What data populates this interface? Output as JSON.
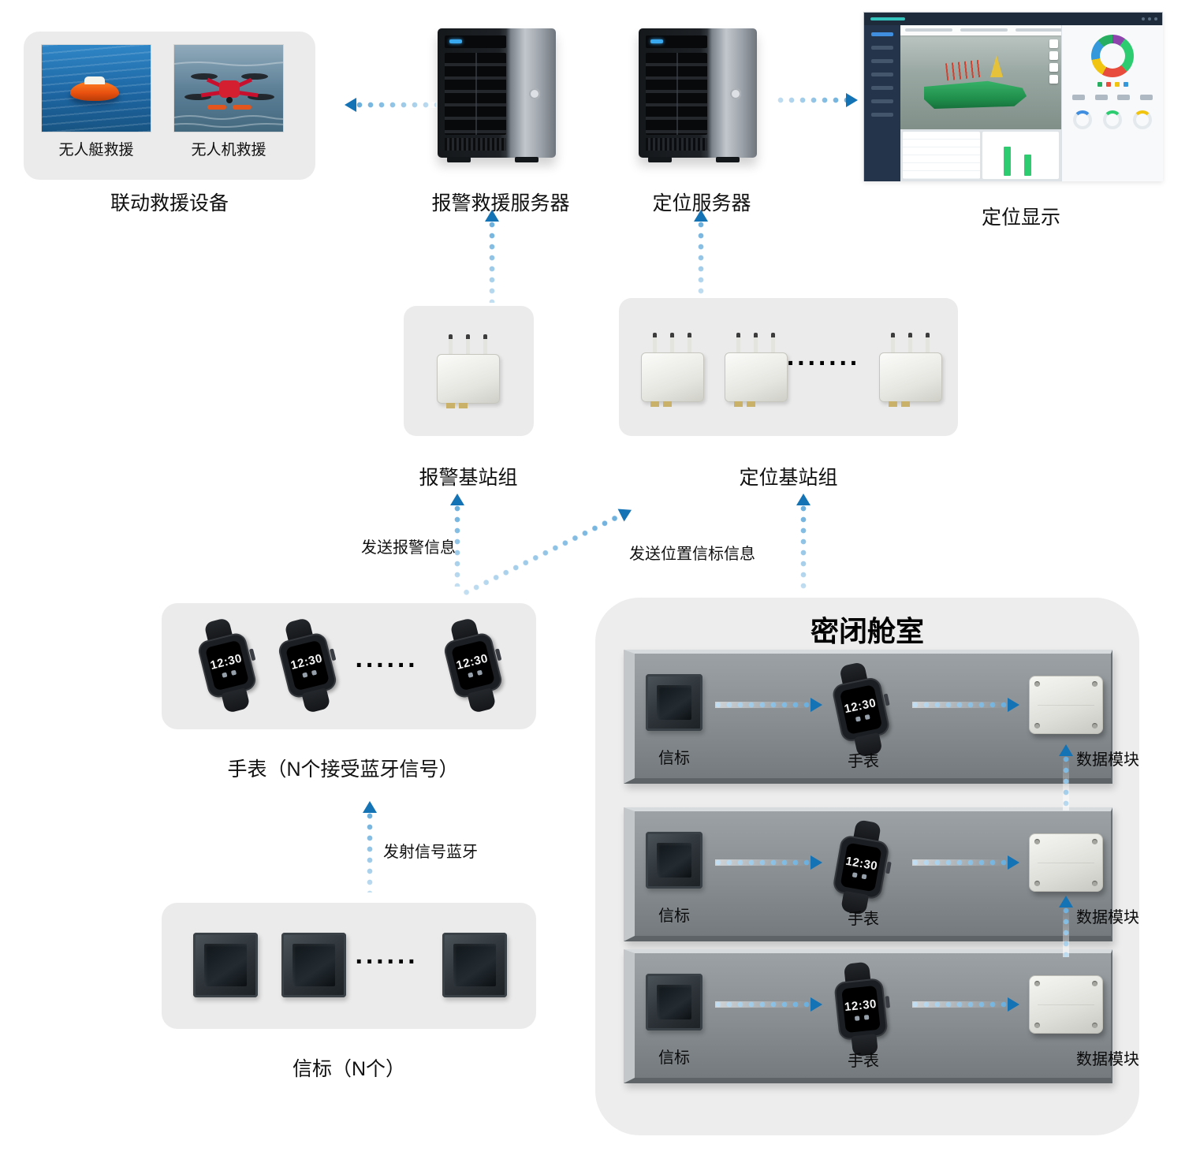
{
  "palette": {
    "arrow_blue": "#1473b5",
    "dot_blue": "#69aedd",
    "box_gray": "#ebebeb",
    "cabin_gray": "#ededed",
    "panel_gray": "#8b9196"
  },
  "top": {
    "rescue": {
      "label": "联动救援设备",
      "photos": [
        {
          "label": "无人艇救援"
        },
        {
          "label": "无人机救援"
        }
      ]
    },
    "alarm_server": {
      "label": "报警救援服务器"
    },
    "location_server": {
      "label": "定位服务器"
    },
    "display": {
      "label": "定位显示"
    }
  },
  "stations": {
    "alarm": {
      "label": "报警基站组"
    },
    "location": {
      "label": "定位基站组",
      "ellipsis": "·······"
    }
  },
  "watch_group": {
    "label": "手表（N个接受蓝牙信号）",
    "time": "12:30",
    "ellipsis": "······"
  },
  "beacon_group": {
    "label": "信标（N个）",
    "ellipsis": "······"
  },
  "cabin": {
    "title": "密闭舱室",
    "rows": [
      {
        "beacon": "信标",
        "watch": "手表",
        "module": "数据模块"
      },
      {
        "beacon": "信标",
        "watch": "手表",
        "module": "数据模块"
      },
      {
        "beacon": "信标",
        "watch": "手表",
        "module": "数据模块"
      }
    ]
  },
  "arrows": {
    "send_alarm": "发送报警信息",
    "send_position": "发送位置信标信息",
    "send_bluetooth": "发射信号蓝牙"
  }
}
